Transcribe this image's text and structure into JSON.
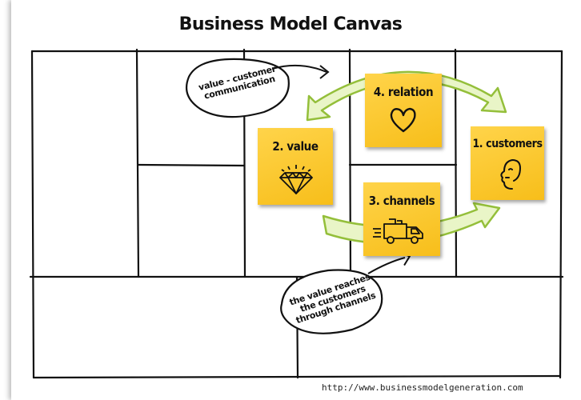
{
  "title": "Business Model Canvas",
  "notes": {
    "customers": "1. customers",
    "value": "2. value",
    "channels": "3. channels",
    "relation": "4. relation"
  },
  "bubbles": {
    "top": "value - customer communication",
    "bottom": "the value reaches the customers through channels"
  },
  "footer_url": "http://www.businessmodelgeneration.com",
  "colors": {
    "sticky": "#f7c32a",
    "arrow_fill": "#e9f5c7",
    "arrow_stroke": "#94bf3a"
  },
  "icons": {
    "relation": "heart-icon",
    "value": "diamond-icon",
    "channels": "truck-icon",
    "customers": "face-icon"
  }
}
